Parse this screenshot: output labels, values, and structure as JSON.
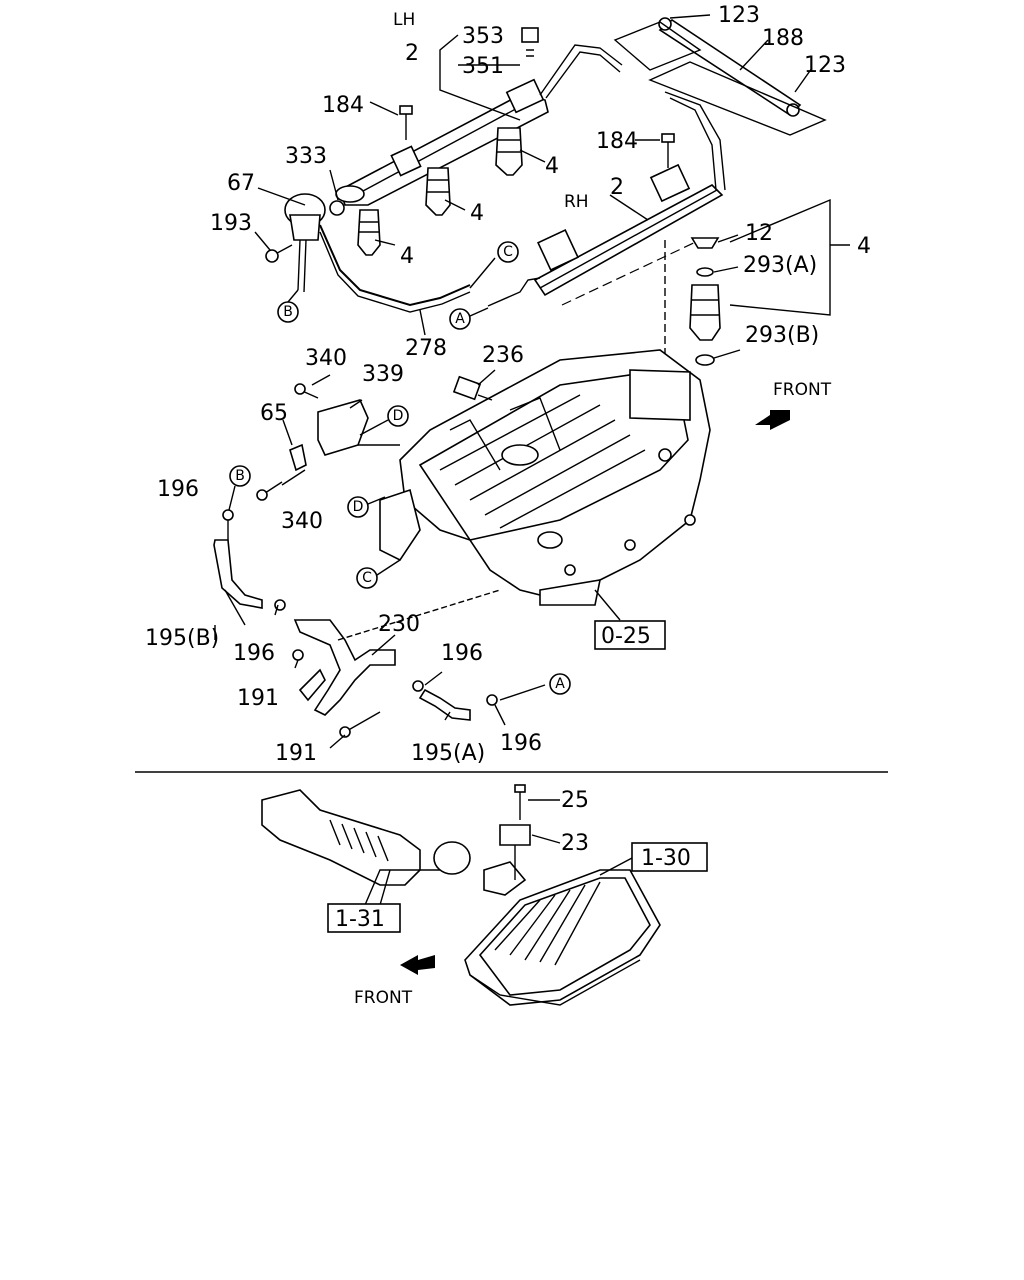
{
  "side_labels": {
    "lh": "LH",
    "rh": "RH"
  },
  "front_labels": {
    "upper": "FRONT",
    "lower": "FRONT"
  },
  "part_numbers": {
    "p353": "353",
    "p351": "351",
    "p2_lh": "2",
    "p2_rh": "2",
    "p123_top": "123",
    "p188": "188",
    "p123_right": "123",
    "p184_lh": "184",
    "p184_rh": "184",
    "p333": "333",
    "p67": "67",
    "p193": "193",
    "p4_a": "4",
    "p4_b": "4",
    "p4_c": "4",
    "p4_right": "4",
    "p12": "12",
    "p293a": "293(A)",
    "p293b": "293(B)",
    "p278": "278",
    "p236": "236",
    "p340_top": "340",
    "p339": "339",
    "p65": "65",
    "p340_bottom": "340",
    "p196_left": "196",
    "p195b": "195(B)",
    "p196_mid": "196",
    "p230": "230",
    "p196_right": "196",
    "p191_a": "191",
    "p191_b": "191",
    "p195a": "195(A)",
    "p196_bottom": "196",
    "p25": "25",
    "p23": "23"
  },
  "callouts": {
    "a1": "A",
    "a2": "A",
    "b1": "B",
    "b2": "B",
    "c1": "C",
    "c2": "C",
    "d1": "D",
    "d2": "D"
  },
  "ref_boxes": {
    "r025": "0-25",
    "r130": "1-30",
    "r131": "1-31"
  }
}
